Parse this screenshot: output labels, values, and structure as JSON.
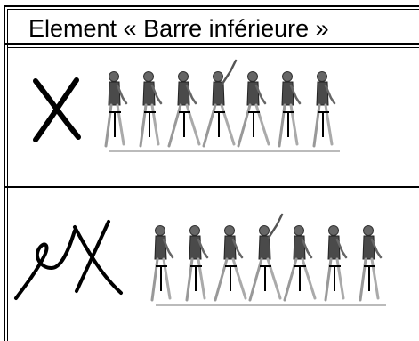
{
  "table": {
    "title": "Element « Barre inférieure »",
    "rows": [
      {
        "mark": "x-mark",
        "figure_count": 7
      },
      {
        "mark": "ex-mark-handwritten",
        "figure_count": 7
      }
    ]
  }
}
